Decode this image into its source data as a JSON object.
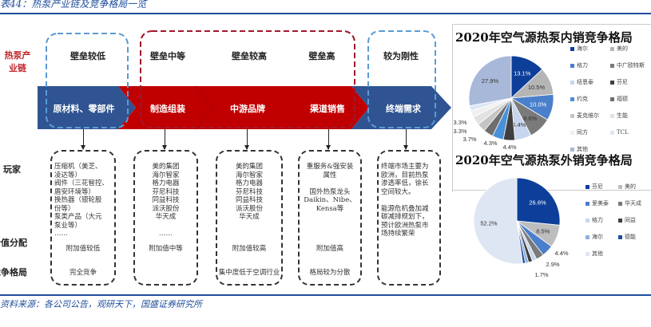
{
  "title": "表44：热泵产业链及竞争格局一览",
  "chain_label": "热泵产业链",
  "row_labels": {
    "players": "玩家",
    "value": "价值分配",
    "competition": "竞争格局"
  },
  "barriers": [
    "壁垒较低",
    "壁垒中等",
    "壁垒较高",
    "壁垒高",
    "较为刚性"
  ],
  "stages": [
    "原材料、零部件",
    "制造组装",
    "中游品牌",
    "渠道销售",
    "终端需求"
  ],
  "boxes": [
    {
      "lines": [
        "压缩机（美芝、",
        "凌达等）",
        "阀件（三花智控、",
        "盾安环境等）",
        "换热器（银轮股",
        "份等）",
        "泵类产品（大元",
        "泵业等）",
        "……"
      ],
      "value": "附加值较低",
      "competition": "完全竞争"
    },
    {
      "lines": [
        "美的集团",
        "海尔智家",
        "格力电器",
        "芬尼科技",
        "同益科技",
        "派沃股份",
        "华天成",
        "",
        "……"
      ],
      "value": "附加值中等",
      "competition": ""
    },
    {
      "lines": [
        "美的集团",
        "海尔智家",
        "格力电器",
        "芬尼科技",
        "同益科技",
        "派沃股份",
        "华天成"
      ],
      "value": "附加值较高",
      "competition": "集中度低于空调行业"
    },
    {
      "lines": [
        "重服务&强安装",
        "属性",
        "",
        "国外热泵龙头",
        "Daikin、Nibe、",
        "Kensa等"
      ],
      "value": "附加值高",
      "competition": "格局较为分散"
    },
    {
      "lines": [
        "终端市场主要为",
        "欧洲，目前热泵",
        "渗透率低，徐长",
        "空间较大。",
        "",
        "能源危机叠加减",
        "碳减排规划下，",
        "预计欧洲热泵市",
        "场持续繁荣"
      ],
      "value": "",
      "competition": ""
    }
  ],
  "colors": {
    "blue": "#2f5491",
    "red": "#c00000",
    "blue_dash": "#5b9bd5",
    "red_dash": "#a3182c"
  },
  "chart_data": [
    {
      "type": "pie",
      "title": "2020年空气源热泵内销竞争格局",
      "labels": [
        "海尔",
        "美的",
        "格力",
        "中广欧特斯",
        "纽恩泰",
        "芬尼",
        "约克",
        "福德",
        "麦克维尔",
        "生能",
        "同方",
        "TCL",
        "其他"
      ],
      "values": [
        13.1,
        10.5,
        10.0,
        8.6,
        6.4,
        4.4,
        4.3,
        3.7,
        3.3,
        3.3,
        2.5,
        2.0,
        27.9
      ],
      "data_labels": [
        "13.1%",
        "10.5%",
        "10.0%",
        "8.6%",
        "6.4%",
        "4.4%",
        "4.3%",
        "3.7%",
        "3.3%",
        "3.3%",
        "",
        "",
        "27.9%"
      ],
      "colors": [
        "#0d3f9a",
        "#b5b5b5",
        "#4a7fcb",
        "#7a7a7a",
        "#c7d6ee",
        "#3f3f3f",
        "#4a90d9",
        "#6e6e6e",
        "#c4c4c4",
        "#e2e2e2",
        "#f0f0f0",
        "#dde6f4",
        "#a8b8d8"
      ]
    },
    {
      "type": "pie",
      "title": "2020年空气源热泵外销竞争格局",
      "labels": [
        "芬尼",
        "美的",
        "爱美泰",
        "华天成",
        "格力",
        "同益",
        "海尔",
        "德能",
        "其他"
      ],
      "values": [
        26.6,
        8.5,
        4.4,
        2.9,
        1.7,
        1.5,
        1.2,
        1.0,
        52.2
      ],
      "data_labels": [
        "26.6%",
        "8.5%",
        "4.4%",
        "2.9%",
        "1.7%",
        "",
        "",
        "",
        "52.2%"
      ],
      "colors": [
        "#0d3f9a",
        "#bdbdbd",
        "#4a7fcb",
        "#7a7a7a",
        "#c7d6ee",
        "#3f3f3f",
        "#8fb0e0",
        "#1f4e9c",
        "#dfe6f3"
      ]
    }
  ],
  "source": "资料来源：各公司公告，观研天下，国盛证券研究所"
}
